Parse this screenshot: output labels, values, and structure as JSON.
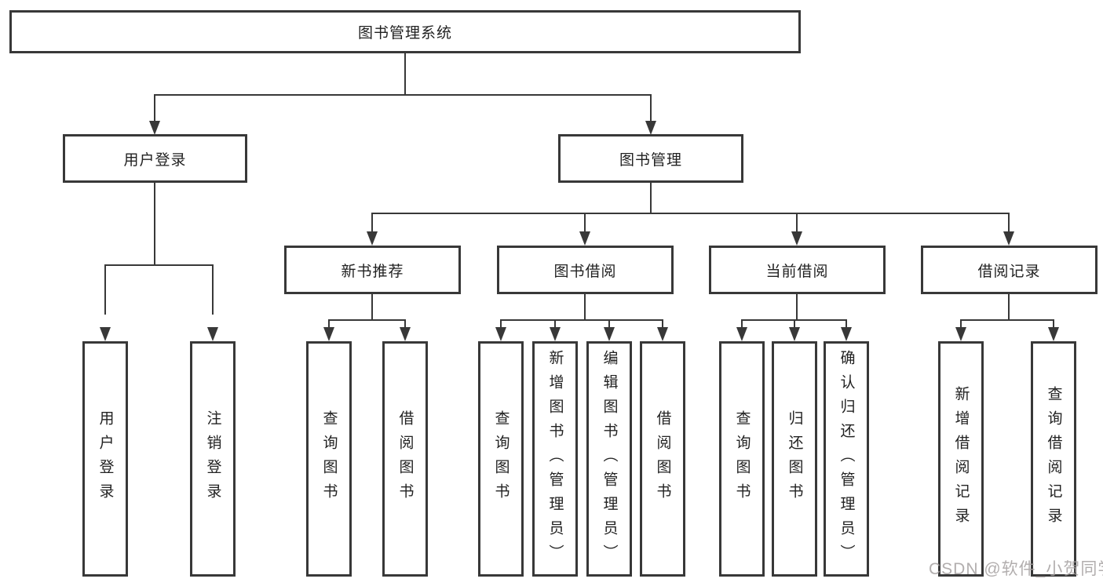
{
  "diagram_title": "图书管理系统",
  "nodes": {
    "root": "图书管理系统",
    "level2": {
      "user_login": "用户登录",
      "book_mgmt": "图书管理"
    },
    "level3": {
      "new_books": "新书推荐",
      "book_borrow": "图书借阅",
      "current_borrow": "当前借阅",
      "borrow_records": "借阅记录"
    },
    "leaves": {
      "user_login": [
        "用户登录",
        "注销登录"
      ],
      "new_books": [
        "查询图书",
        "借阅图书"
      ],
      "book_borrow": [
        "查询图书",
        "新增图书（管理员）",
        "编辑图书（管理员）",
        "借阅图书"
      ],
      "current_borrow": [
        "查询图书",
        "归还图书",
        "确认归还（管理员）"
      ],
      "borrow_records": [
        "新增借阅记录",
        "查询借阅记录"
      ]
    }
  },
  "watermark": "CSDN @软件_小贺同学",
  "colors": {
    "line": "#383838",
    "box_border": "#383838",
    "box_background": "#ffffff",
    "text": "#222222",
    "watermark": "#a5a0a0",
    "page_background": "#ffffff"
  }
}
